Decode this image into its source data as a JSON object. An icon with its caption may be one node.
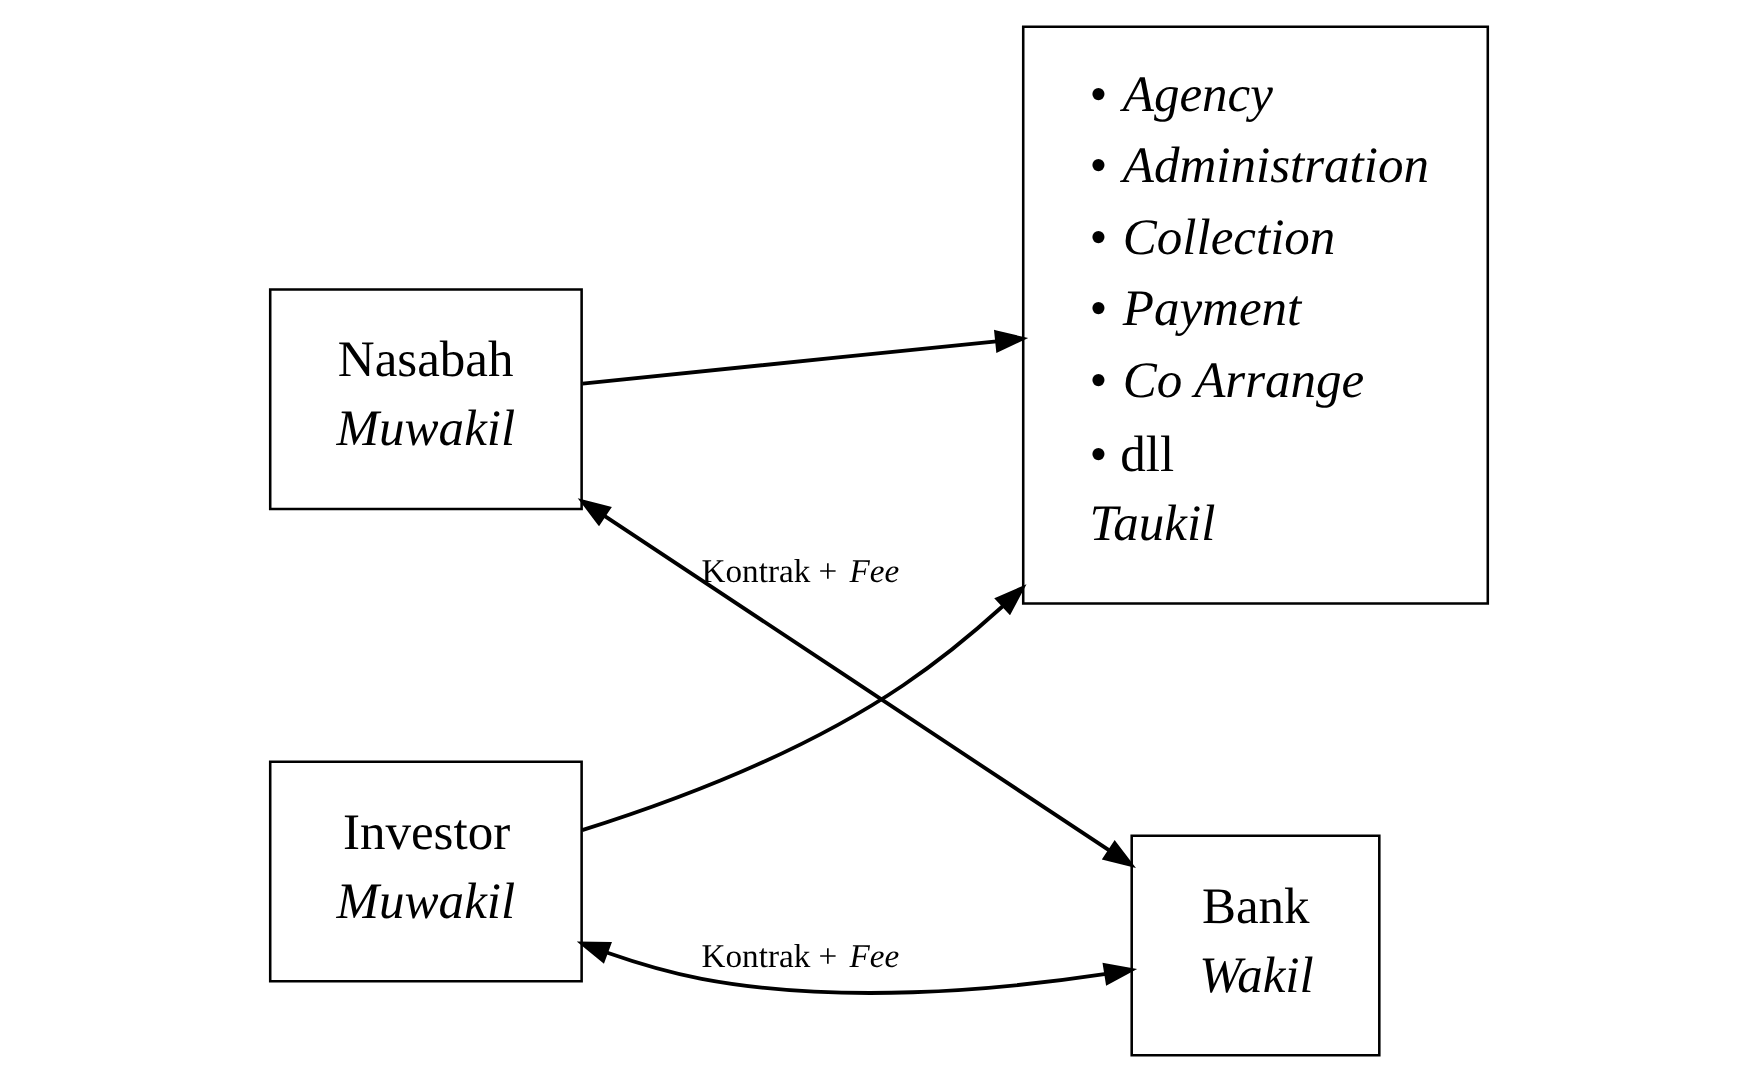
{
  "diagram": {
    "nodes": [
      {
        "text": [
          "Nasabah",
          "*Muwakil*"
        ]
      },
      {
        "text": [
          "• *Agency*",
          "• *Administration*",
          "• *Collection*",
          "• *Payment*",
          "• *Co Arrange*",
          "• dll",
          "*Taukil*"
        ]
      },
      {
        "text": [
          "Bank",
          "*Wakil*"
        ]
      },
      {
        "text": [
          "Investor",
          "*Muwakil*"
        ]
      }
    ],
    "edges": [
      {
        "from": 0,
        "to": 1,
        "arrow": "to"
      },
      {
        "from": 3,
        "to": 1,
        "arrow": "to"
      },
      {
        "from": 2,
        "to": 0,
        "arrow": "both",
        "label": "Kontrak + *Fee*"
      },
      {
        "from": 2,
        "to": 3,
        "arrow": "both",
        "label": "Kontrak + *Fee*"
      }
    ]
  }
}
